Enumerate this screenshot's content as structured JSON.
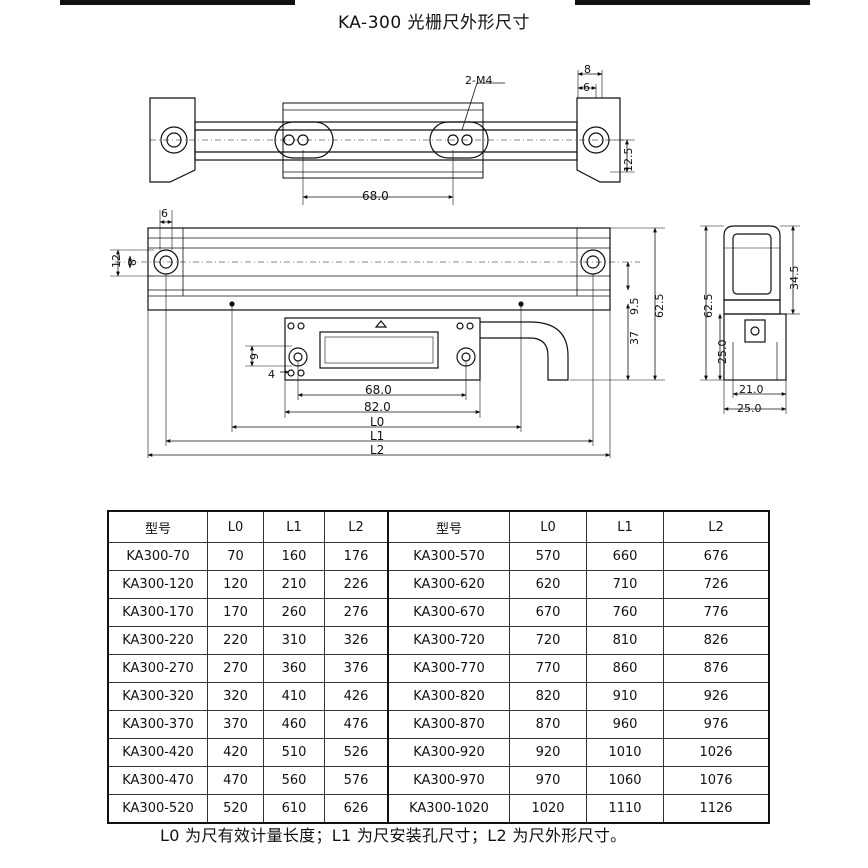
{
  "title": "KA-300 光栅尺外形尺寸",
  "drawing": {
    "top_view": {
      "label_m4": "2-M4",
      "dim_8": "8",
      "dim_6": "6",
      "dim_12_5": "12.5",
      "dim_68": "68.0"
    },
    "front_view": {
      "dim_6": "6",
      "dim_12": "12",
      "dim_8": "8",
      "dim_9": "9",
      "dim_4": "4",
      "dim_37": "37",
      "dim_9_5": "9.5",
      "dim_62_5": "62.5",
      "dim_68": "68.0",
      "dim_82": "82.0",
      "dim_L0": "L0",
      "dim_L1": "L1",
      "dim_L2": "L2"
    },
    "side_view": {
      "dim_62_5": "62.5",
      "dim_34_5": "34.5",
      "dim_25_v": "25.0",
      "dim_21": "21.0",
      "dim_25_h": "25.0"
    }
  },
  "table": {
    "headers": [
      "型号",
      "L0",
      "L1",
      "L2"
    ],
    "left": [
      [
        "KA300-70",
        "70",
        "160",
        "176"
      ],
      [
        "KA300-120",
        "120",
        "210",
        "226"
      ],
      [
        "KA300-170",
        "170",
        "260",
        "276"
      ],
      [
        "KA300-220",
        "220",
        "310",
        "326"
      ],
      [
        "KA300-270",
        "270",
        "360",
        "376"
      ],
      [
        "KA300-320",
        "320",
        "410",
        "426"
      ],
      [
        "KA300-370",
        "370",
        "460",
        "476"
      ],
      [
        "KA300-420",
        "420",
        "510",
        "526"
      ],
      [
        "KA300-470",
        "470",
        "560",
        "576"
      ],
      [
        "KA300-520",
        "520",
        "610",
        "626"
      ]
    ],
    "right": [
      [
        "KA300-570",
        "570",
        "660",
        "676"
      ],
      [
        "KA300-620",
        "620",
        "710",
        "726"
      ],
      [
        "KA300-670",
        "670",
        "760",
        "776"
      ],
      [
        "KA300-720",
        "720",
        "810",
        "826"
      ],
      [
        "KA300-770",
        "770",
        "860",
        "876"
      ],
      [
        "KA300-820",
        "820",
        "910",
        "926"
      ],
      [
        "KA300-870",
        "870",
        "960",
        "976"
      ],
      [
        "KA300-920",
        "920",
        "1010",
        "1026"
      ],
      [
        "KA300-970",
        "970",
        "1060",
        "1076"
      ],
      [
        "KA300-1020",
        "1020",
        "1110",
        "1126"
      ]
    ]
  },
  "footnote": "L0 为尺有效计量长度；L1 为尺安装孔尺寸；L2 为尺外形尺寸。"
}
